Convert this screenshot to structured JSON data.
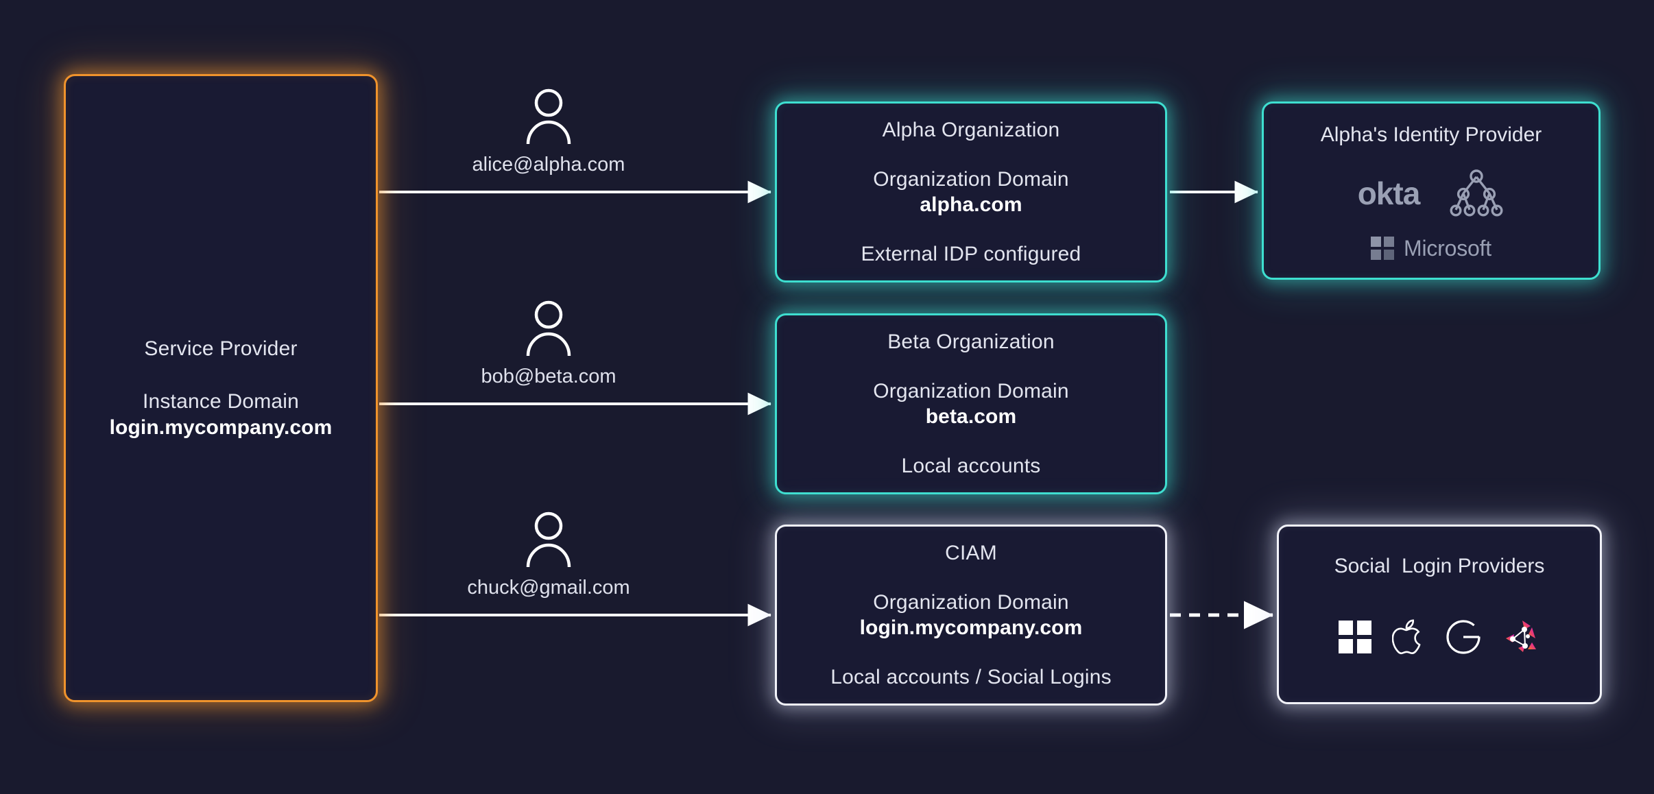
{
  "meta": {
    "background_color": "#191a2e",
    "box_fill": "#191a33",
    "accent_orange": "#f0932c",
    "accent_teal": "#3edfd0",
    "accent_white": "#f2f3fa",
    "text_color": "#e3e5ef",
    "logo_gray": "#9aa0b4"
  },
  "service_provider": {
    "title": "Service Provider",
    "domain_label": "Instance Domain",
    "domain_value": "login.mycompany.com",
    "border_color": "#f0932c"
  },
  "actors": [
    {
      "id": "alice",
      "icon": "user-icon",
      "email": "alice@alpha.com"
    },
    {
      "id": "bob",
      "icon": "user-icon",
      "email": "bob@beta.com"
    },
    {
      "id": "chuck",
      "icon": "user-icon",
      "email": "chuck@gmail.com"
    }
  ],
  "organizations": [
    {
      "id": "alpha",
      "title": "Alpha Organization",
      "domain_label": "Organization Domain",
      "domain_value": "alpha.com",
      "accounts": "External IDP configured",
      "border_color": "#3edfd0"
    },
    {
      "id": "beta",
      "title": "Beta Organization",
      "domain_label": "Organization Domain",
      "domain_value": "beta.com",
      "accounts": "Local accounts",
      "border_color": "#3edfd0"
    },
    {
      "id": "ciam",
      "title": "CIAM",
      "domain_label": "Organization Domain",
      "domain_value": "login.mycompany.com",
      "accounts": "Local accounts / Social Logins",
      "border_color": "#f2f3fa"
    }
  ],
  "identity_provider": {
    "title": "Alpha's Identity Provider",
    "border_color": "#3edfd0",
    "logos": [
      {
        "name": "okta-logo",
        "text": "okta"
      },
      {
        "name": "ldap-tree-icon",
        "text": ""
      },
      {
        "name": "microsoft-logo",
        "text": "Microsoft"
      }
    ]
  },
  "social_providers": {
    "title": "Social  Login Providers",
    "border_color": "#f2f3fa",
    "logos": [
      {
        "name": "windows-logo"
      },
      {
        "name": "apple-logo"
      },
      {
        "name": "google-logo"
      },
      {
        "name": "connect-logo"
      }
    ]
  },
  "connections": [
    {
      "from": "service-provider",
      "to": "alpha-org",
      "style": "solid",
      "arrow": true
    },
    {
      "from": "service-provider",
      "to": "beta-org",
      "style": "solid",
      "arrow": true
    },
    {
      "from": "service-provider",
      "to": "ciam-org",
      "style": "solid",
      "arrow": true
    },
    {
      "from": "alpha-org",
      "to": "identity-provider",
      "style": "solid",
      "arrow": true
    },
    {
      "from": "ciam-org",
      "to": "social-providers",
      "style": "dashed",
      "arrow": true
    }
  ]
}
